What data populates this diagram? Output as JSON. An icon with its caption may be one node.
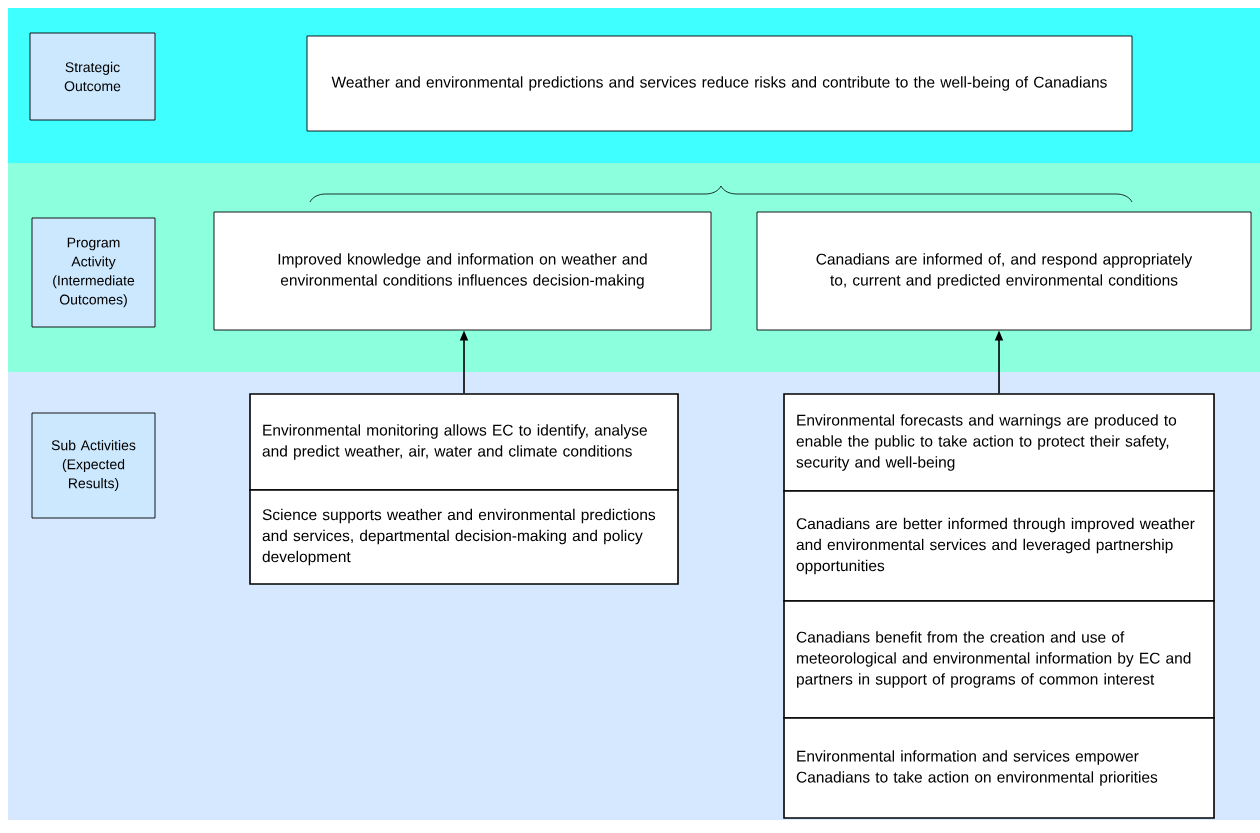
{
  "diagram": {
    "nodes": [
      {
        "text": [
          "Strategic Outcome"
        ]
      },
      {
        "text": [
          "Weather and environmental predictions and services reduce risks and contribute to the well-being of Canadians"
        ]
      },
      {
        "text": [
          "Program Activity (Intermediate Outcomes)"
        ]
      },
      {
        "text": [
          "Improved knowledge and information on weather and environmental conditions influences decision-making"
        ]
      },
      {
        "text": [
          "Canadians are informed of, and respond appropriately to, current and predicted environmental conditions"
        ]
      },
      {
        "text": [
          "Sub Activities (Expected Results)"
        ]
      },
      {
        "text": [
          "Environmental monitoring allows EC to identify, analyse and predict weather, air, water and climate conditions"
        ]
      },
      {
        "text": [
          "Science supports weather and environmental predictions and services, departmental decision-making and policy development"
        ]
      },
      {
        "text": [
          "Environmental forecasts and warnings are produced to enable the public to take action to protect their safety, security and well-being"
        ]
      },
      {
        "text": [
          "Canadians are better informed through improved weather and environmental services and leveraged partnership opportunities"
        ]
      },
      {
        "text": [
          "Canadians benefit from the creation and use of meteorological and environmental information by EC and partners in support of programs of common interest"
        ]
      },
      {
        "text": [
          "Environmental information and services empower Canadians to take action on environmental priorities"
        ]
      }
    ],
    "edges": [
      {
        "from": 6,
        "to": 3,
        "arrow": "to"
      },
      {
        "from": 8,
        "to": 4,
        "arrow": "to"
      }
    ]
  }
}
